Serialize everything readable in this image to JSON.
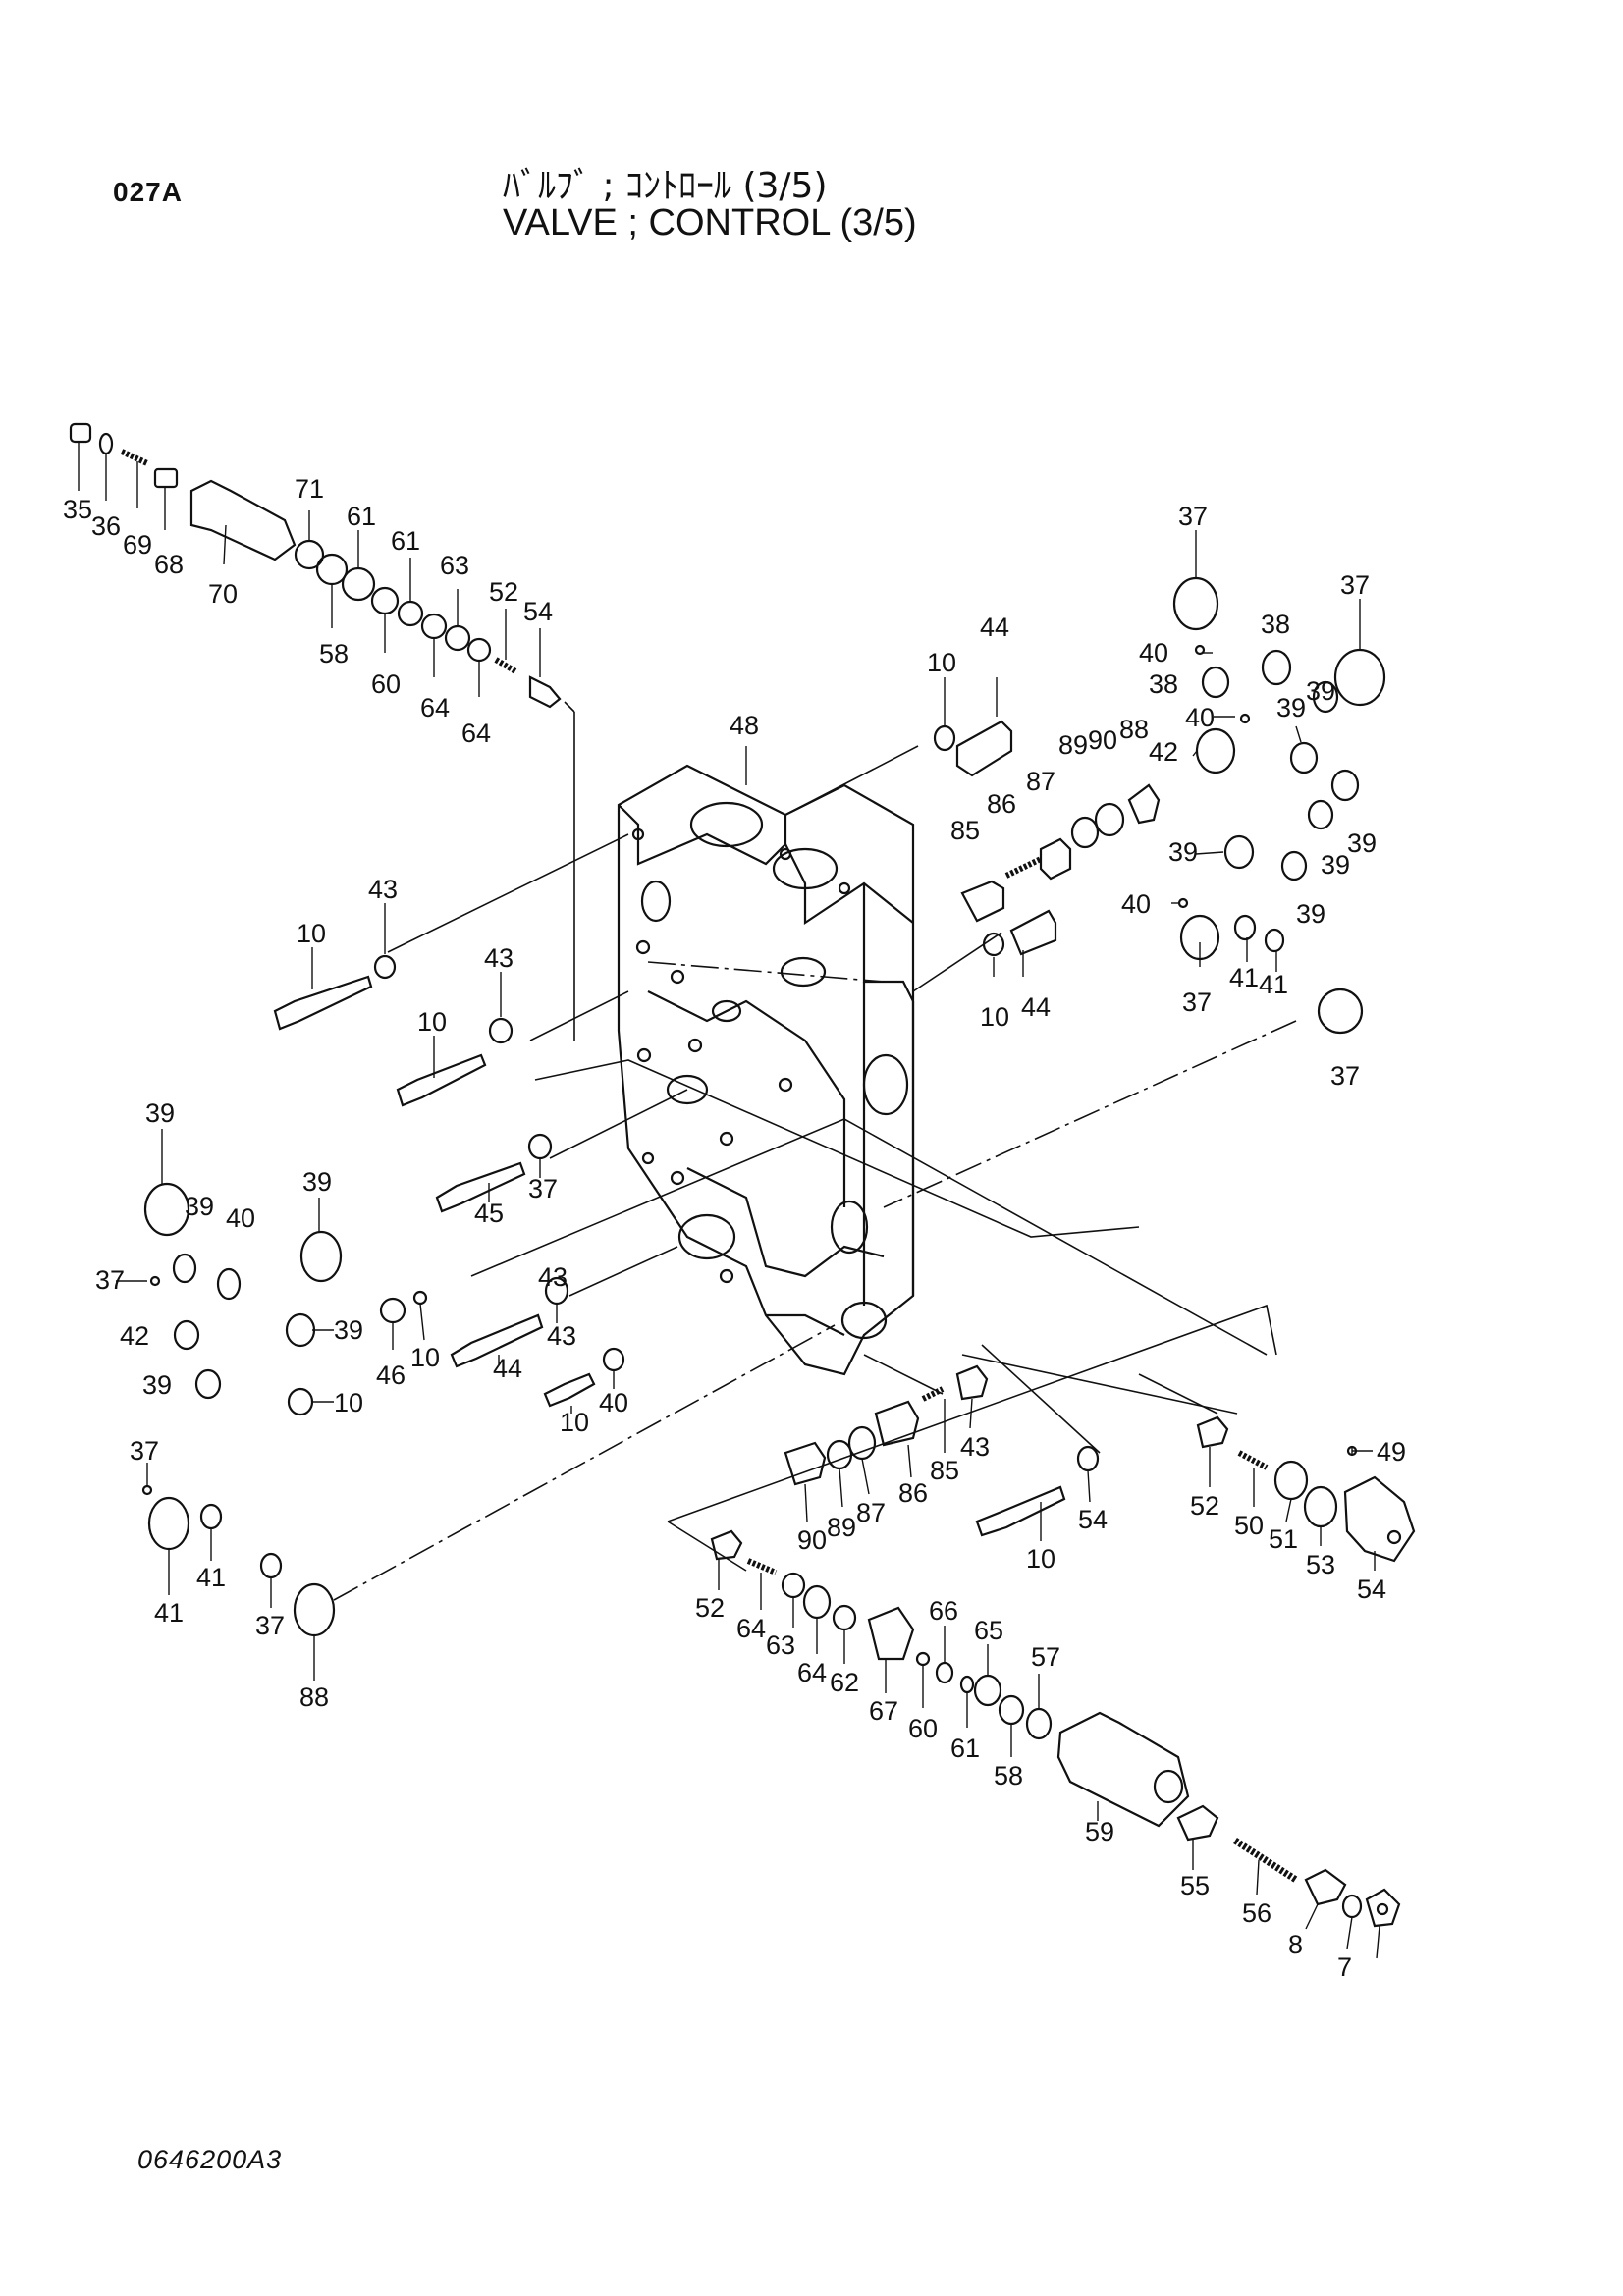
{
  "header": {
    "code": "027A",
    "title_jp": "ﾊﾞﾙﾌﾞ ; ｺﾝﾄﾛｰﾙ (3/5)",
    "title_en": "VALVE ; CONTROL (3/5)"
  },
  "footer": {
    "drawing_number": "0646200A3"
  },
  "callouts": [
    {
      "id": "c1",
      "text": "35"
    },
    {
      "id": "c2",
      "text": "36"
    },
    {
      "id": "c3",
      "text": "69"
    },
    {
      "id": "c4",
      "text": "68"
    },
    {
      "id": "c5",
      "text": "70"
    },
    {
      "id": "c6",
      "text": "71"
    },
    {
      "id": "c7",
      "text": "58"
    },
    {
      "id": "c8",
      "text": "61"
    },
    {
      "id": "c9",
      "text": "61"
    },
    {
      "id": "c10",
      "text": "60"
    },
    {
      "id": "c11",
      "text": "63"
    },
    {
      "id": "c12",
      "text": "64"
    },
    {
      "id": "c13",
      "text": "64"
    },
    {
      "id": "c14",
      "text": "52"
    },
    {
      "id": "c15",
      "text": "54"
    },
    {
      "id": "c16",
      "text": "48"
    },
    {
      "id": "c17",
      "text": "10"
    },
    {
      "id": "c18",
      "text": "44"
    },
    {
      "id": "c19",
      "text": "85"
    },
    {
      "id": "c20",
      "text": "86"
    },
    {
      "id": "c21",
      "text": "87"
    },
    {
      "id": "c22",
      "text": "89"
    },
    {
      "id": "c23",
      "text": "90"
    },
    {
      "id": "c24",
      "text": "88"
    },
    {
      "id": "c25",
      "text": "37"
    },
    {
      "id": "c26",
      "text": "40"
    },
    {
      "id": "c27",
      "text": "38"
    },
    {
      "id": "c28",
      "text": "38"
    },
    {
      "id": "c29",
      "text": "37"
    },
    {
      "id": "c30",
      "text": "39"
    },
    {
      "id": "c31",
      "text": "40"
    },
    {
      "id": "c32",
      "text": "42"
    },
    {
      "id": "c33",
      "text": "39"
    },
    {
      "id": "c34",
      "text": "39"
    },
    {
      "id": "c35",
      "text": "39"
    },
    {
      "id": "c36",
      "text": "39"
    },
    {
      "id": "c37",
      "text": "39"
    },
    {
      "id": "c38",
      "text": "40"
    },
    {
      "id": "c39",
      "text": "37"
    },
    {
      "id": "c40",
      "text": "41"
    },
    {
      "id": "c41",
      "text": "41"
    },
    {
      "id": "c42",
      "text": "37"
    },
    {
      "id": "c43",
      "text": "10"
    },
    {
      "id": "c44",
      "text": "44"
    },
    {
      "id": "c45",
      "text": "43"
    },
    {
      "id": "c46",
      "text": "10"
    },
    {
      "id": "c47",
      "text": "43"
    },
    {
      "id": "c48",
      "text": "10"
    },
    {
      "id": "c49",
      "text": "37"
    },
    {
      "id": "c50",
      "text": "39"
    },
    {
      "id": "c51",
      "text": "39"
    },
    {
      "id": "c52",
      "text": "40"
    },
    {
      "id": "c53",
      "text": "37"
    },
    {
      "id": "c54",
      "text": "39"
    },
    {
      "id": "c55",
      "text": "42"
    },
    {
      "id": "c56",
      "text": "39"
    },
    {
      "id": "c57",
      "text": "39"
    },
    {
      "id": "c58",
      "text": "10"
    },
    {
      "id": "c59",
      "text": "43"
    },
    {
      "id": "c60",
      "text": "45"
    },
    {
      "id": "c61",
      "text": "46"
    },
    {
      "id": "c62",
      "text": "10"
    },
    {
      "id": "c63",
      "text": "43"
    },
    {
      "id": "c64",
      "text": "44"
    },
    {
      "id": "c65",
      "text": "10"
    },
    {
      "id": "c66",
      "text": "40"
    },
    {
      "id": "c67",
      "text": "37"
    },
    {
      "id": "c68",
      "text": "41"
    },
    {
      "id": "c69",
      "text": "41"
    },
    {
      "id": "c70",
      "text": "37"
    },
    {
      "id": "c71",
      "text": "88"
    },
    {
      "id": "c72",
      "text": "90"
    },
    {
      "id": "c73",
      "text": "89"
    },
    {
      "id": "c74",
      "text": "87"
    },
    {
      "id": "c75",
      "text": "86"
    },
    {
      "id": "c76",
      "text": "85"
    },
    {
      "id": "c77",
      "text": "43"
    },
    {
      "id": "c78",
      "text": "10"
    },
    {
      "id": "c79",
      "text": "54"
    },
    {
      "id": "c80",
      "text": "52"
    },
    {
      "id": "c81",
      "text": "50"
    },
    {
      "id": "c82",
      "text": "51"
    },
    {
      "id": "c83",
      "text": "53"
    },
    {
      "id": "c84",
      "text": "49"
    },
    {
      "id": "c85",
      "text": "54"
    },
    {
      "id": "c86",
      "text": "52"
    },
    {
      "id": "c87",
      "text": "64"
    },
    {
      "id": "c88",
      "text": "63"
    },
    {
      "id": "c89",
      "text": "64"
    },
    {
      "id": "c90",
      "text": "62"
    },
    {
      "id": "c91",
      "text": "67"
    },
    {
      "id": "c92",
      "text": "66"
    },
    {
      "id": "c93",
      "text": "60"
    },
    {
      "id": "c94",
      "text": "65"
    },
    {
      "id": "c95",
      "text": "61"
    },
    {
      "id": "c96",
      "text": "58"
    },
    {
      "id": "c97",
      "text": "57"
    },
    {
      "id": "c98",
      "text": "59"
    },
    {
      "id": "c99",
      "text": "55"
    },
    {
      "id": "c100",
      "text": "56"
    },
    {
      "id": "c101",
      "text": "8"
    },
    {
      "id": "c102",
      "text": "7"
    }
  ]
}
